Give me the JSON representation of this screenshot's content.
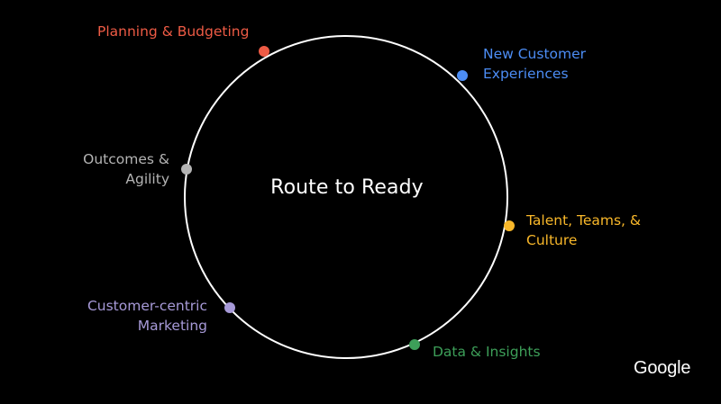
{
  "title": "Route to Ready",
  "logo": "Google",
  "colors": {
    "background": "#000000",
    "ring": "#ffffff",
    "center_text": "#ffffff"
  },
  "items": [
    {
      "id": "planning",
      "lines": [
        "Planning & Budgeting"
      ],
      "color": "#ee5b45"
    },
    {
      "id": "new-cust",
      "lines": [
        "New Customer",
        "Experiences"
      ],
      "color": "#4c8df5"
    },
    {
      "id": "outcomes",
      "lines": [
        "Outcomes &",
        "Agility"
      ],
      "color": "#b4b4b4"
    },
    {
      "id": "talent",
      "lines": [
        "Talent, Teams, &",
        "Culture"
      ],
      "color": "#f9b82a"
    },
    {
      "id": "marketing",
      "lines": [
        "Customer-centric",
        "Marketing"
      ],
      "color": "#a79ad8"
    },
    {
      "id": "data",
      "lines": [
        "Data & Insights"
      ],
      "color": "#3d9f59"
    }
  ]
}
